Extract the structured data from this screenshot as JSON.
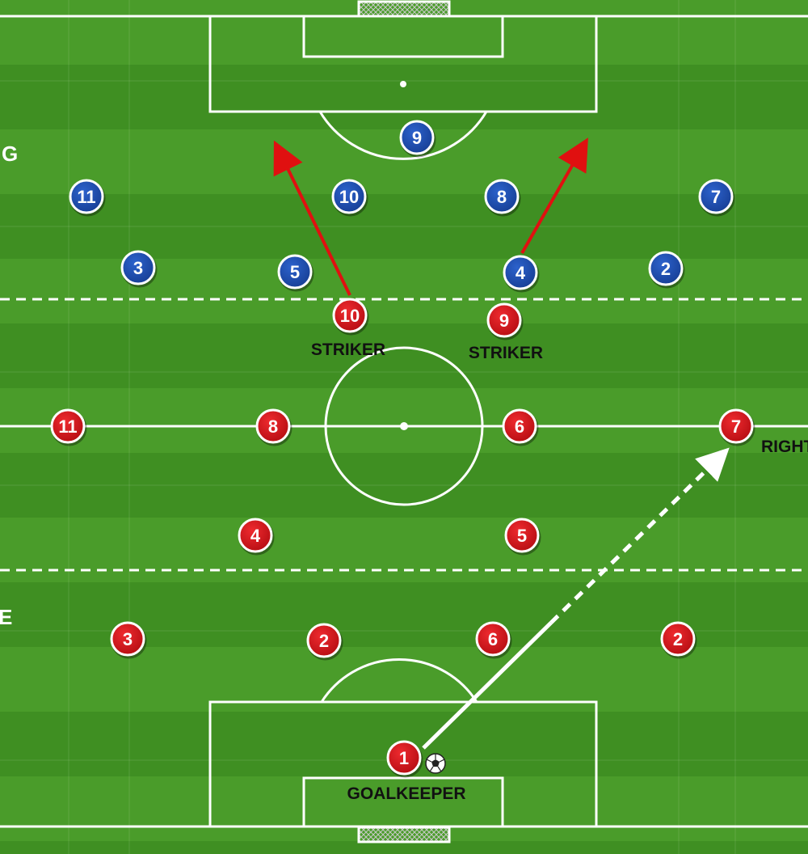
{
  "labels": {
    "side_top": "G",
    "side_bottom": "E",
    "striker_left": "STRIKER",
    "striker_right": "STRIKER",
    "right_winger": "RIGHT",
    "goalkeeper": "GOALKEEPER"
  },
  "colors": {
    "grass_light": "#4a9c2a",
    "grass_dark": "#3f8f22",
    "lines": "#ffffff",
    "home": "#d3161c",
    "away": "#1d4fb0",
    "run_arrow": "#e01010"
  },
  "players": {
    "away": [
      {
        "id": "away-9",
        "num": "9"
      },
      {
        "id": "away-11",
        "num": "11"
      },
      {
        "id": "away-10",
        "num": "10"
      },
      {
        "id": "away-8",
        "num": "8"
      },
      {
        "id": "away-7",
        "num": "7"
      },
      {
        "id": "away-3",
        "num": "3"
      },
      {
        "id": "away-5",
        "num": "5"
      },
      {
        "id": "away-4",
        "num": "4"
      },
      {
        "id": "away-2",
        "num": "2"
      }
    ],
    "home": [
      {
        "id": "home-10",
        "num": "10"
      },
      {
        "id": "home-9",
        "num": "9"
      },
      {
        "id": "home-11",
        "num": "11"
      },
      {
        "id": "home-8",
        "num": "8"
      },
      {
        "id": "home-6a",
        "num": "6"
      },
      {
        "id": "home-7",
        "num": "7"
      },
      {
        "id": "home-4",
        "num": "4"
      },
      {
        "id": "home-5",
        "num": "5"
      },
      {
        "id": "home-3",
        "num": "3"
      },
      {
        "id": "home-2a",
        "num": "2"
      },
      {
        "id": "home-6b",
        "num": "6"
      },
      {
        "id": "home-2b",
        "num": "2"
      },
      {
        "id": "home-1",
        "num": "1"
      }
    ]
  }
}
